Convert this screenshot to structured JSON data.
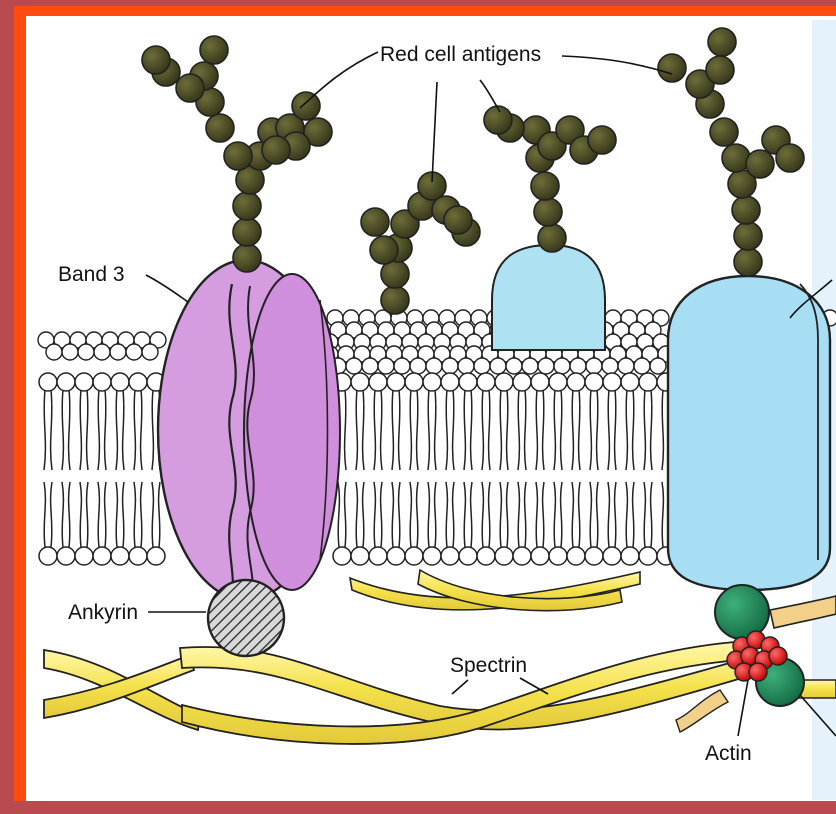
{
  "labels": {
    "red_cell_antigens": "Red cell antigens",
    "band3": "Band 3",
    "ankyrin": "Ankyrin",
    "spectrin": "Spectrin",
    "actin": "Actin"
  },
  "colors": {
    "background": "#b94a4e",
    "frame": "#ff4a12",
    "band3": "#d79ae0",
    "glycophorin": "#a9dff0",
    "antigen_bead": "#4a4a22",
    "ankyrin": "#bdbdbd",
    "spectrin": "#f7e96a",
    "actin": "#e21b1b",
    "protein_4_1": "#1f8c5a"
  }
}
